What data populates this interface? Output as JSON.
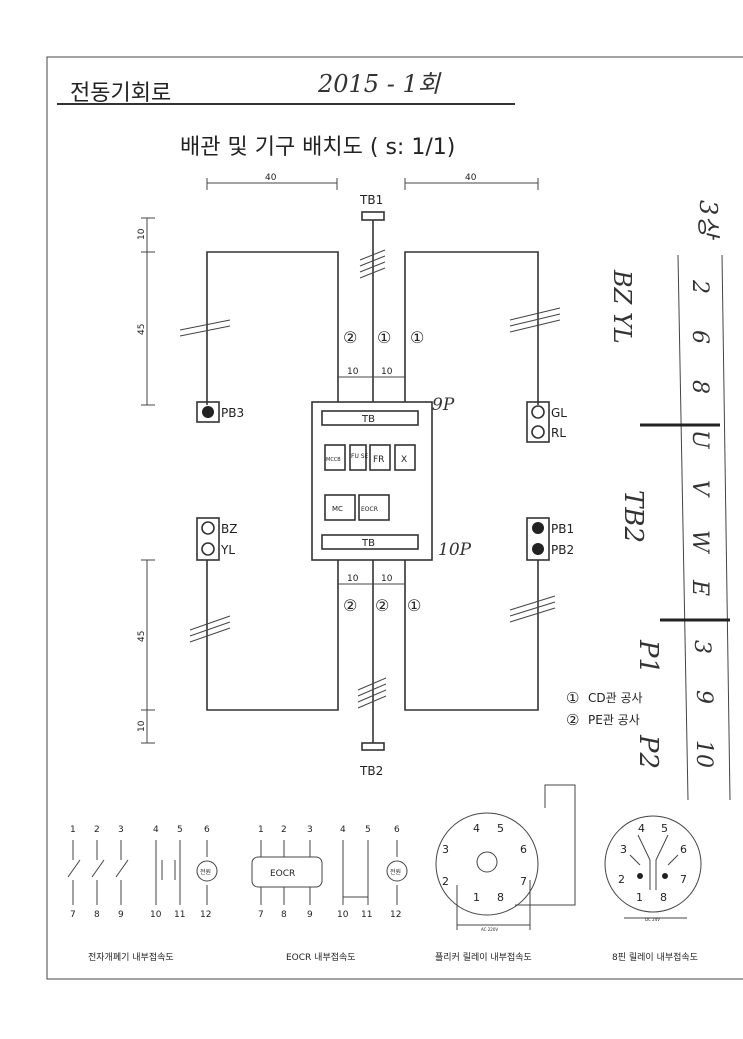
{
  "header": {
    "title": "전동기회로",
    "handwritten_note": "2015 - 1회"
  },
  "diagram": {
    "title": "배관 및 기구 배치도 ( s: 1/1)",
    "dimensions": {
      "top_left": "40",
      "top_right": "40",
      "left_top_small": "10",
      "left_top_large": "45",
      "left_bottom_large": "45",
      "left_bottom_small": "10",
      "box_top_left": "10",
      "box_top_right": "10",
      "box_bottom_left": "10",
      "box_bottom_right": "10"
    },
    "terminals": {
      "tb1": "TB1",
      "tb2": "TB2"
    },
    "conduit_marks_top": [
      "②",
      "①",
      "①"
    ],
    "conduit_marks_bottom": [
      "②",
      "②",
      "①"
    ],
    "panel": {
      "tb_top": "TB",
      "tb_bottom": "TB",
      "mccb": "MCCB",
      "fuse": "FU SE",
      "fr": "FR",
      "x": "X",
      "mc": "MC",
      "eocr": "EOCR"
    },
    "devices": {
      "pb3": "PB3",
      "gl": "GL",
      "rl": "RL",
      "bz": "BZ",
      "yl": "YL",
      "pb1": "PB1",
      "pb2": "PB2"
    },
    "handwritten": {
      "top_panel": "9P",
      "bottom_panel": "10P"
    },
    "legend": [
      {
        "mark": "①",
        "label": "CD관 공사"
      },
      {
        "mark": "②",
        "label": "PE관 공사"
      }
    ]
  },
  "side_notes": {
    "header": "3상",
    "labels": [
      "BZ YL",
      "TB2",
      "P1",
      "P2"
    ],
    "cells": [
      "2",
      "6",
      "8",
      "U",
      "V",
      "W",
      "E",
      "3",
      "9",
      "10"
    ]
  },
  "internal_diagrams": [
    {
      "caption": "전자개폐기 내부접속도",
      "top_pins": [
        "1",
        "2",
        "3",
        "4",
        "5",
        "6"
      ],
      "bottom_pins": [
        "7",
        "8",
        "9",
        "10",
        "11",
        "12"
      ],
      "power": "전원"
    },
    {
      "caption": "EOCR 내부접속도",
      "top_pins": [
        "1",
        "2",
        "3",
        "4",
        "5",
        "6"
      ],
      "bottom_pins": [
        "7",
        "8",
        "9",
        "10",
        "11",
        "12"
      ],
      "center": "EOCR",
      "power": "전원"
    },
    {
      "caption": "플리커 릴레이 내부접속도",
      "pins": [
        "1",
        "2",
        "3",
        "4",
        "5",
        "6",
        "7",
        "8"
      ],
      "dim": "AC 220V"
    },
    {
      "caption": "8핀 릴레이 내부접속도",
      "pins": [
        "1",
        "2",
        "3",
        "4",
        "5",
        "6",
        "7",
        "8"
      ],
      "dim": "DC 24V"
    }
  ]
}
